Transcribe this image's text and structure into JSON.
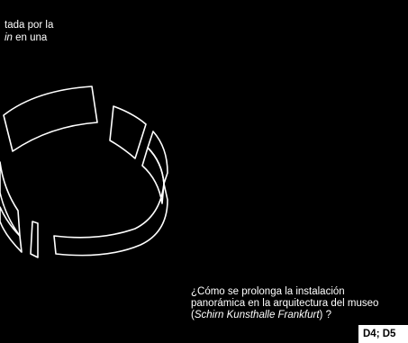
{
  "top_text": {
    "line1": "tada por la",
    "line2_italic": "in",
    "line2_rest": " en una"
  },
  "question": {
    "line1": "¿Cómo se prolonga la instalación",
    "line2": "panorámica en la arquitectura del museo",
    "line3_open": "(",
    "line3_italic": "Schirn Kunsthalle Frankfurt",
    "line3_close": ") ?"
  },
  "tag": {
    "label": "D4; D5"
  }
}
